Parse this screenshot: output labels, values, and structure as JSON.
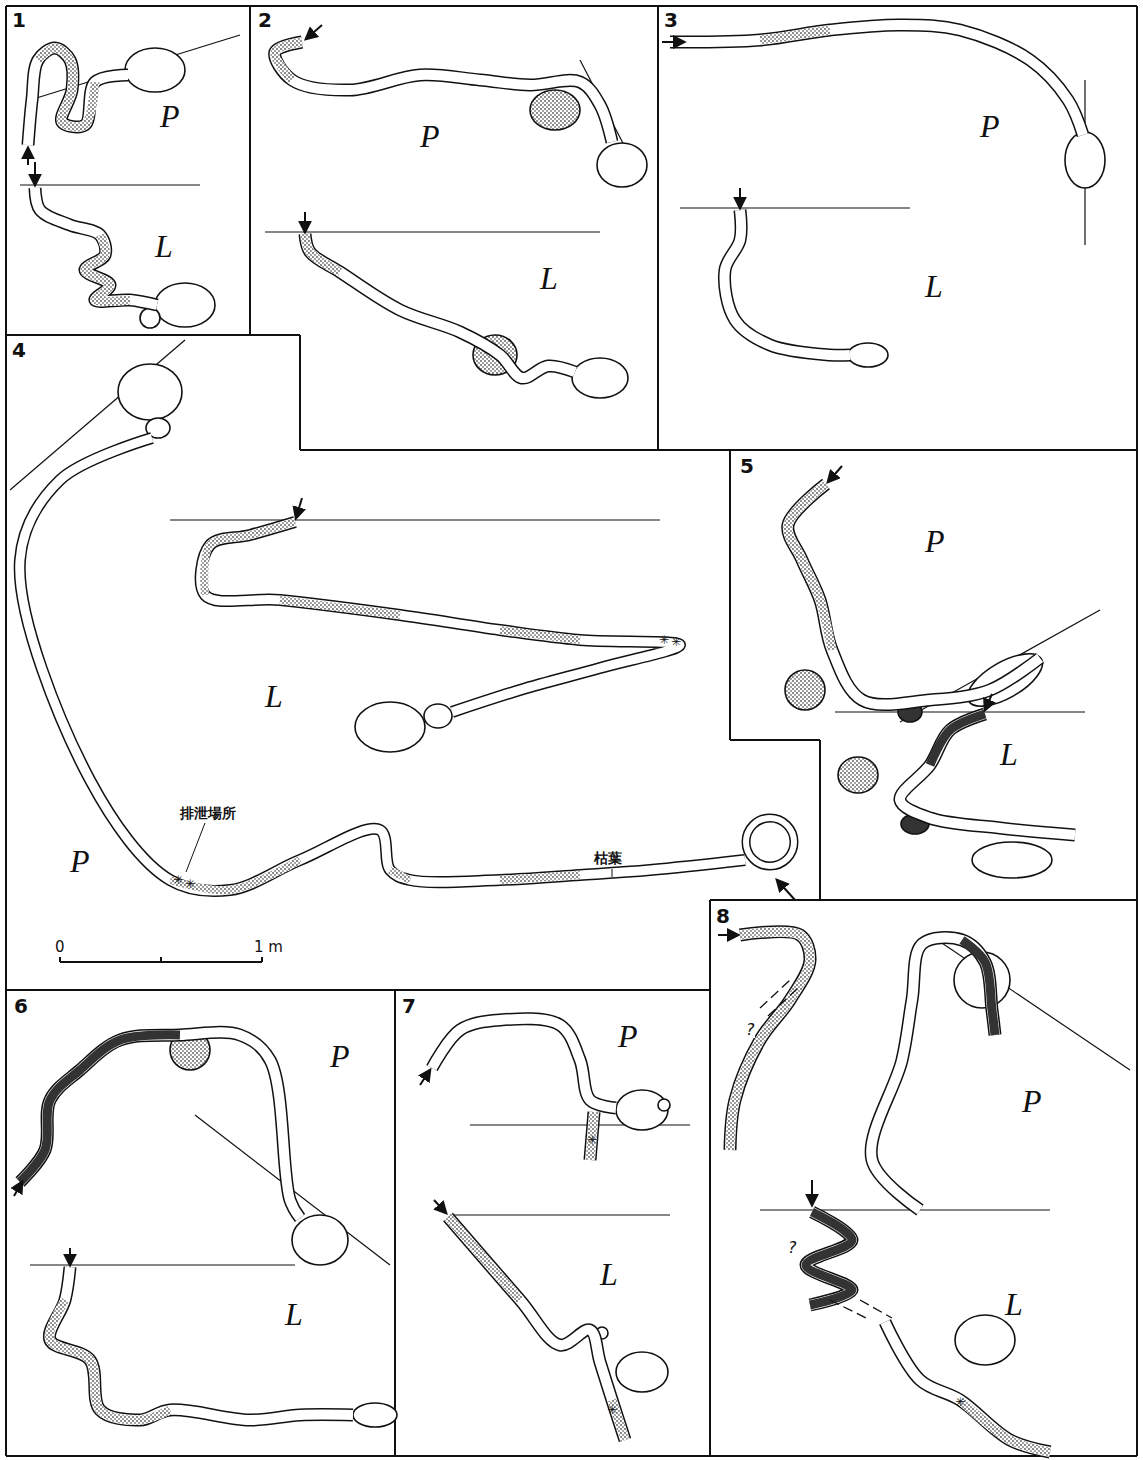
{
  "diagram": {
    "labels": [
      "1",
      "P",
      "L",
      "2",
      "P",
      "L",
      "3",
      "P",
      "L",
      "4",
      "L",
      "P",
      "排泄場所",
      "枯葉",
      "0",
      "1 m",
      "5",
      "P",
      "L",
      "6",
      "P",
      "L",
      "7",
      "P",
      "L",
      "8",
      "?",
      "P",
      "?",
      "L"
    ]
  }
}
